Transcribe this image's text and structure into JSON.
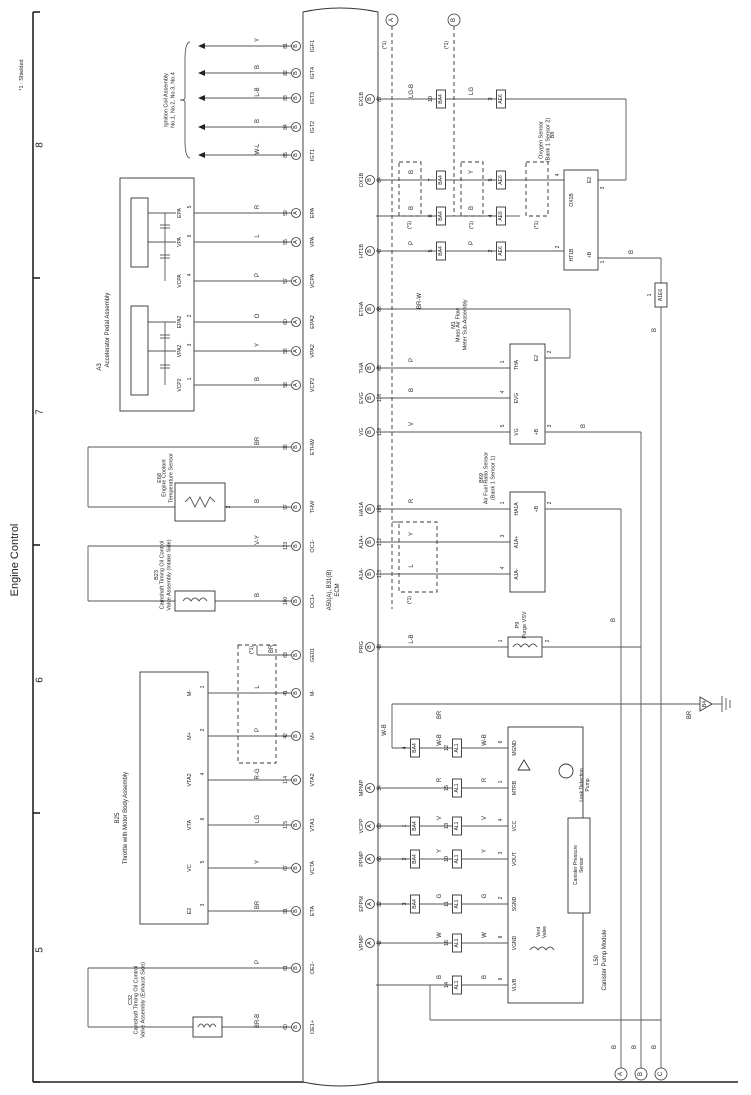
{
  "page": {
    "title": "Engine Control",
    "note": "*1 : Shielded",
    "grid_numbers": [
      "8",
      "7",
      "6",
      "5"
    ]
  },
  "ecm": {
    "code": "A50(A), B31(B)",
    "name": "ECM"
  },
  "left_pins": [
    {
      "code": "IGF1",
      "num": "81",
      "conn": "B",
      "wire": "Y"
    },
    {
      "code": "IGT4",
      "num": "82",
      "conn": "B",
      "wire": "B"
    },
    {
      "code": "IGT3",
      "num": "83",
      "conn": "B",
      "wire": "L-B"
    },
    {
      "code": "IGT2",
      "num": "84",
      "conn": "B",
      "wire": "B"
    },
    {
      "code": "IGT1",
      "num": "85",
      "conn": "B",
      "wire": "W-L"
    },
    {
      "code": "EPA",
      "num": "59",
      "conn": "A",
      "wire": "R"
    },
    {
      "code": "VPA",
      "num": "55",
      "conn": "A",
      "wire": "L"
    },
    {
      "code": "VCPA",
      "num": "57",
      "conn": "A",
      "wire": "P"
    },
    {
      "code": "EPA2",
      "num": "60",
      "conn": "A",
      "wire": "O"
    },
    {
      "code": "VPA2",
      "num": "56",
      "conn": "A",
      "wire": "Y"
    },
    {
      "code": "VCP2",
      "num": "58",
      "conn": "A",
      "wire": "B"
    },
    {
      "code": "ETHW",
      "num": "96",
      "conn": "B",
      "wire": "BR"
    },
    {
      "code": "THW",
      "num": "97",
      "conn": "B",
      "wire": "B"
    },
    {
      "code": "OC1-",
      "num": "123",
      "conn": "B",
      "wire": "V-Y"
    },
    {
      "code": "OC1+",
      "num": "100",
      "conn": "B",
      "wire": "B"
    },
    {
      "code": "GE01",
      "num": "63",
      "conn": "B",
      "wire": "BR"
    },
    {
      "code": "M-",
      "num": "41",
      "conn": "B",
      "wire": "L"
    },
    {
      "code": "M+",
      "num": "42",
      "conn": "B",
      "wire": "P"
    },
    {
      "code": "VTA2",
      "num": "114",
      "conn": "B",
      "wire": "R-G"
    },
    {
      "code": "VTA1",
      "num": "115",
      "conn": "B",
      "wire": "LG"
    },
    {
      "code": "VCTA",
      "num": "67",
      "conn": "B",
      "wire": "Y"
    },
    {
      "code": "ETA",
      "num": "91",
      "conn": "B",
      "wire": "BR"
    },
    {
      "code": "OE1-",
      "num": "61",
      "conn": "B",
      "wire": "P"
    },
    {
      "code": "OE1+",
      "num": "60",
      "conn": "B",
      "wire": "BR-B"
    }
  ],
  "right_pins": [
    {
      "code": "EX1B",
      "num": "87",
      "conn": "B"
    },
    {
      "code": "OX1B",
      "num": "64",
      "conn": "B"
    },
    {
      "code": "HT1B",
      "num": "47",
      "conn": "B"
    },
    {
      "code": "ETHA",
      "num": "88",
      "conn": "B"
    },
    {
      "code": "THA",
      "num": "65",
      "conn": "B"
    },
    {
      "code": "EVG",
      "num": "116",
      "conn": "B"
    },
    {
      "code": "VG",
      "num": "118",
      "conn": "B"
    },
    {
      "code": "HA1A",
      "num": "109",
      "conn": "B"
    },
    {
      "code": "A1A+",
      "num": "112",
      "conn": "B"
    },
    {
      "code": "A1A-",
      "num": "113",
      "conn": "B"
    },
    {
      "code": "PRG",
      "num": "49",
      "conn": "B"
    },
    {
      "code": "MPMP",
      "num": "34",
      "conn": "A"
    },
    {
      "code": "VCPP",
      "num": "69",
      "conn": "A"
    },
    {
      "code": "PPMP",
      "num": "66",
      "conn": "A"
    },
    {
      "code": "EPPM",
      "num": "92",
      "conn": "A"
    },
    {
      "code": "VPMP",
      "num": "42",
      "conn": "A"
    }
  ],
  "components": {
    "ignition": "Ignition Coil Assembly\nNo.1, No.2, No.3, No.4",
    "a3_code": "A3",
    "a3_name": "Accelerator Pedal Assembly",
    "a3_pins_top": [
      "EPA",
      "VPA",
      "VCPA"
    ],
    "a3_pins_top_num": [
      "5",
      "6",
      "4"
    ],
    "a3_pins_bot": [
      "EPA2",
      "VPA2",
      "VCP2"
    ],
    "a3_pins_bot_num": [
      "2",
      "3",
      "1"
    ],
    "ect_code": "E68",
    "ect_name": "Engine Coolant\nTemperature Sensor",
    "ocv_code": "B23",
    "ocv_name": "Camshaft Timing Oil Control\nValve Assembly (Intake Side)",
    "ocv2_code": "C32",
    "ocv2_name": "Camshaft Timing Oil Control\nValve Assembly (Exhaust Side)",
    "throttle_code": "B25",
    "throttle_name": "Throttle with Motor Body Assembly",
    "throttle_pins": [
      "M-",
      "M+",
      "VTA2",
      "VTA",
      "VC",
      "E2"
    ],
    "throttle_pins_num": [
      "1",
      "2",
      "4",
      "6",
      "5",
      "3"
    ],
    "o2_code": "B8",
    "o2_name": "Oxygen Sensor\n(Bank 1 Sensor 2)",
    "o2_pins": [
      "OX1B",
      "HT1B",
      "E2",
      "+B"
    ],
    "o2_pins_num": [
      "4",
      "2",
      "3",
      "1"
    ],
    "maf_code": "M1",
    "maf_name": "Mass Air Flow\nMeter Sub-Assembly",
    "maf_pins": [
      "THA",
      "EVG",
      "VG",
      "E2",
      "+B"
    ],
    "maf_pins_num": [
      "1",
      "4",
      "5",
      "2",
      "3"
    ],
    "af_code": "B69",
    "af_name": "Air Fuel Ratio Sensor\n(Bank 1 Sensor 1)",
    "af_pins": [
      "HA1A",
      "A1A+",
      "A1A-",
      "+B"
    ],
    "af_pins_num": [
      "1",
      "3",
      "4",
      "2"
    ],
    "vsv_code": "P9",
    "vsv_name": "Purge VSV",
    "vsv_pins_num": [
      "1",
      "2"
    ],
    "canister_code": "L50",
    "canister_name": "Canister Pump Module",
    "pump_pins": [
      "MGND",
      "MTRB",
      "VCC",
      "VOUT",
      "SGND",
      "VGND",
      "VLVB"
    ],
    "pump_pins_num": [
      "6",
      "1",
      "4",
      "3",
      "2",
      "8",
      "9"
    ],
    "leak_pump": "Leak Detection\nPump",
    "pressure_sensor": "Canister Pressure\nSensor",
    "vent_valve": "Vent\nValve",
    "ground": "B4",
    "jb_code": "A1E6",
    "jb_num": "1"
  },
  "top_connectors": [
    "A",
    "B"
  ],
  "bottom_connectors": [
    "A",
    "B",
    "C"
  ],
  "shield_label": "(*1)",
  "right_wires": [
    {
      "pin": "EX1B",
      "wire1": "LG-B",
      "conn1": "BA4",
      "n1": "10",
      "conn2": "AE6",
      "n2": "3",
      "wire2": "LG"
    },
    {
      "pin": "OX1B",
      "wire1": "B",
      "conn1": "BA4",
      "n1": "7",
      "conn2": "AE6",
      "n2": "5",
      "wire2": "Y"
    },
    {
      "pin": "",
      "wire1": "B",
      "conn1": "BA4",
      "n1": "8",
      "conn2": "AE6",
      "n2": "4",
      "wire2": "B"
    },
    {
      "pin": "HT1B",
      "wire1": "P",
      "conn1": "BA4",
      "n1": "5",
      "conn2": "AE6",
      "n2": "2",
      "wire2": "P"
    }
  ],
  "right_simple_wires": [
    {
      "pin": "ETHA",
      "wire": "BR-W"
    },
    {
      "pin": "THA",
      "wire": "P"
    },
    {
      "pin": "EVG",
      "wire": "B"
    },
    {
      "pin": "VG",
      "wire": "V"
    },
    {
      "pin": "HA1A",
      "wire": "R"
    },
    {
      "pin": "A1A+",
      "wire": "Y"
    },
    {
      "pin": "A1A-",
      "wire": "L"
    },
    {
      "pin": "PRG",
      "wire": "L-B"
    }
  ],
  "pump_wires": [
    {
      "pin": "MGND",
      "c1": "BA4",
      "n1": "4",
      "c2": "AL1",
      "n2": "12",
      "w1": "W-B",
      "w2": "W-B"
    },
    {
      "pin": "MPMP",
      "c1": "",
      "n1": "",
      "c2": "AL1",
      "n2": "15",
      "w1": "R",
      "w2": "R"
    },
    {
      "pin": "VCPP",
      "c1": "BA4",
      "n1": "1",
      "c2": "AL1",
      "n2": "13",
      "w1": "V",
      "w2": "V"
    },
    {
      "pin": "PPMP",
      "c1": "BA4",
      "n1": "2",
      "c2": "AL1",
      "n2": "10",
      "w1": "Y",
      "w2": "Y"
    },
    {
      "pin": "EPPM",
      "c1": "BA4",
      "n1": "3",
      "c2": "AL1",
      "n2": "11",
      "w1": "G",
      "w2": "G"
    },
    {
      "pin": "VPMP",
      "c1": "",
      "n1": "",
      "c2": "AL1",
      "n2": "16",
      "w1": "W",
      "w2": "W"
    },
    {
      "pin": "VLVB",
      "c1": "",
      "n1": "",
      "c2": "AL1",
      "n2": "14",
      "w1": "B",
      "w2": "B"
    }
  ],
  "misc_wires": {
    "ground_wire": "BR",
    "wb": "W-B",
    "bus_b": "B"
  }
}
